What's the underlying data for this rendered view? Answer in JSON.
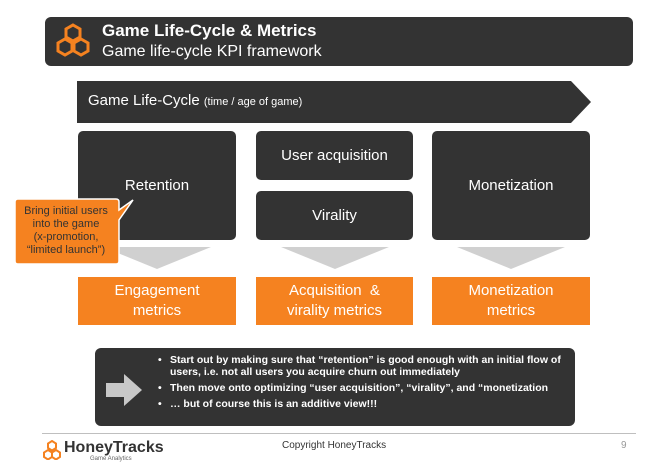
{
  "header": {
    "icon": "hexagons-icon",
    "title": "Game Life-Cycle & Metrics",
    "subtitle": "Game life-cycle KPI framework"
  },
  "lifecycle": {
    "label": "Game Life-Cycle",
    "sublabel": "(time / age of game)"
  },
  "stages": {
    "retention": "Retention",
    "user_acquisition": "User acquisition",
    "virality": "Virality",
    "monetization": "Monetization"
  },
  "callout": {
    "lines": [
      "Bring initial users",
      "into the game",
      "(x-promotion,",
      "“limited launch”)"
    ]
  },
  "metrics": {
    "engagement": [
      "Engagement",
      "metrics"
    ],
    "acquisition": [
      "Acquisition  &",
      "virality metrics"
    ],
    "monetization": [
      "Monetization",
      "metrics"
    ]
  },
  "summary": {
    "icon": "right-arrow-icon",
    "bullets": [
      "Start out by making sure that “retention” is good enough with an initial flow of users, i.e. not all users you acquire churn out immediately",
      "Then move onto optimizing “user acquisition”, “virality”, and “monetization",
      "… but of course this is an additive view!!!"
    ]
  },
  "footer": {
    "logo": "HoneyTracks",
    "tagline": "Game Analytics",
    "copyright": "Copyright HoneyTracks",
    "page": "9"
  },
  "colors": {
    "dark": "#333333",
    "orange": "#f58220",
    "chevron": "#d0d0d0"
  }
}
